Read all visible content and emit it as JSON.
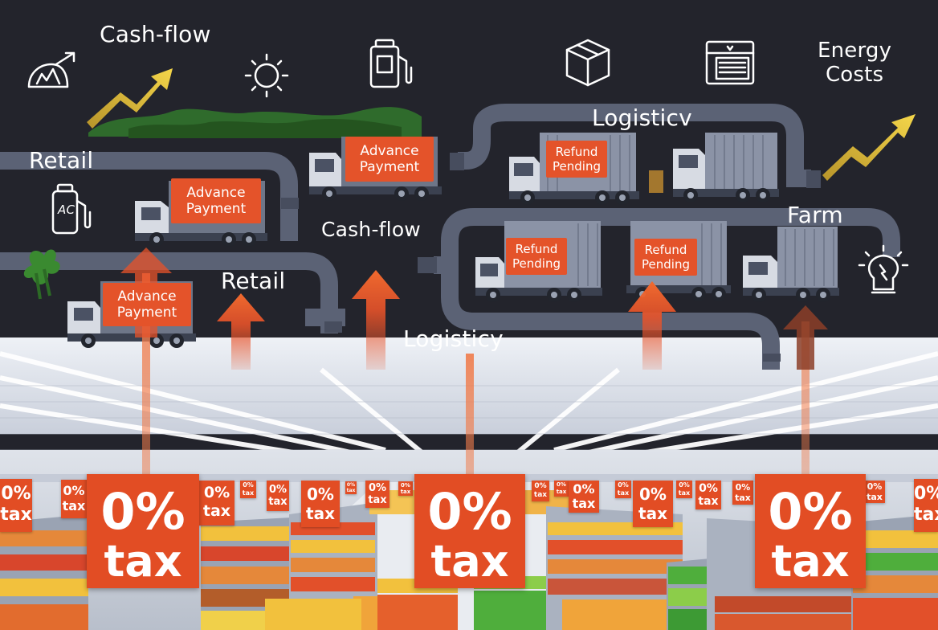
{
  "labels": {
    "cashflow_top": "Cash-flow",
    "energy_costs_line1": "Energy",
    "energy_costs_line2": "Costs",
    "retail_left": "Retail",
    "logisticv_top": "Logisticv",
    "cashflow_mid": "Cash-flow",
    "farm": "Farm",
    "retail_mid": "Retail",
    "logisticy_bottom": "Logisticy",
    "ac_sign": "AC"
  },
  "trucks": {
    "advance_payment_line1": "Advance",
    "advance_payment_line2": "Payment",
    "refund_pending_line1": "Refund",
    "refund_pending_line2": "Pending"
  },
  "tax_signs": {
    "percent": "0%",
    "word": "tax"
  },
  "icons": [
    "growth-chart-icon",
    "sun-icon",
    "fuel-pump-icon",
    "package-box-icon",
    "cash-register-icon",
    "energy-bulb-icon",
    "fuel-pump-ac-icon"
  ],
  "colors": {
    "background": "#23242c",
    "pipe": "#5b6275",
    "sign_orange": "#e4532a",
    "arrow_gold": "#e8c43a",
    "arrow_orange": "#e8532a",
    "plant_green": "#2f6b2c",
    "ceiling": "#d9dee8"
  }
}
